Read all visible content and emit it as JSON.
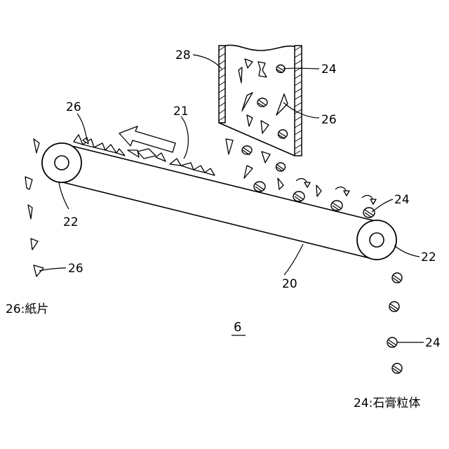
{
  "labels": {
    "conveyor": "20",
    "separation_zone": "21",
    "roller_left": "22",
    "roller_right": "22",
    "hopper": "28",
    "granules_in_hopper": "24",
    "granules_on_belt": "24",
    "granules_falling": "24",
    "paper_in_hopper": "26",
    "paper_on_belt": "26",
    "paper_falling": "26"
  },
  "legend": {
    "paper": "26:紙片",
    "gypsum": "24:石膏粒体"
  },
  "figure_number": "6"
}
